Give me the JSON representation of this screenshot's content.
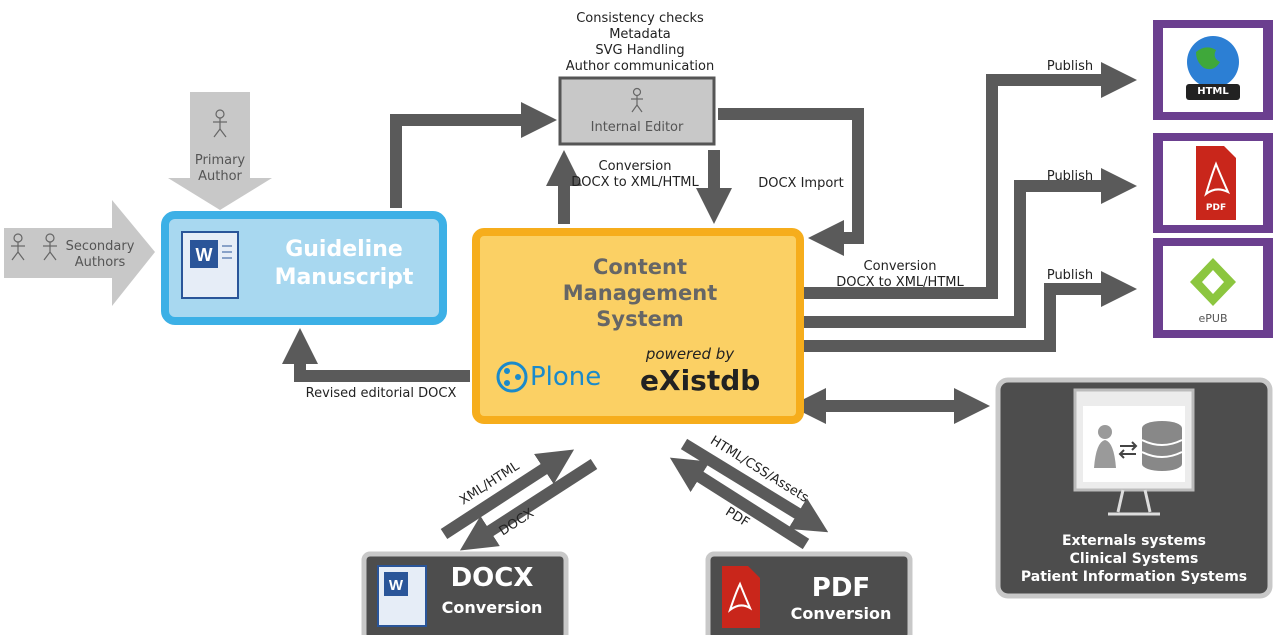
{
  "editor": {
    "tasks": [
      "Consistency checks",
      "Metadata",
      "SVG Handling",
      "Author communication"
    ],
    "label": "Internal Editor"
  },
  "primary_author": [
    "Primary",
    "Author"
  ],
  "secondary_authors": [
    "Secondary",
    "Authors"
  ],
  "manuscript": [
    "Guideline",
    "Manuscript"
  ],
  "cms": {
    "title": [
      "Content",
      "Management",
      "System"
    ],
    "plone": "Plone",
    "powered_by": "powered by",
    "existdb": "eXistdb"
  },
  "edges": {
    "conversion_left": [
      "Conversion",
      "DOCX to XML/HTML"
    ],
    "docx_import": "DOCX Import",
    "conversion_right": [
      "Conversion",
      "DOCX to XML/HTML"
    ],
    "publish": [
      "Publish",
      "Publish",
      "Publish"
    ],
    "revised": "Revised editorial DOCX",
    "xml_html": "XML/HTML",
    "docx": "DOCX",
    "html_css_assets": "HTML/CSS/Assets",
    "pdf": "PDF"
  },
  "outputs": {
    "html": "HTML",
    "pdf": "PDF",
    "epub": "ePUB"
  },
  "docx_conversion": [
    "DOCX",
    "Conversion"
  ],
  "pdf_conversion": [
    "PDF",
    "Conversion"
  ],
  "externals": [
    "Externals systems",
    "Clinical Systems",
    "Patient Information Systems"
  ],
  "icons": {
    "word_doc": "word-docx-icon",
    "pdf_doc": "pdf-doc-icon",
    "globe": "globe-icon",
    "epub": "epub-icon",
    "person": "person-icon",
    "database": "database-icon"
  },
  "colors": {
    "arrow": "#5a5a5a",
    "cms_fill": "#fbd064",
    "cms_border": "#f6ad1c",
    "manuscript_fill": "#a8d8f0",
    "manuscript_border": "#3cb0e6",
    "output_border": "#6b3f8f",
    "dark_panel": "#4d4d4d",
    "gray_arrow": "#c8c8c8"
  }
}
